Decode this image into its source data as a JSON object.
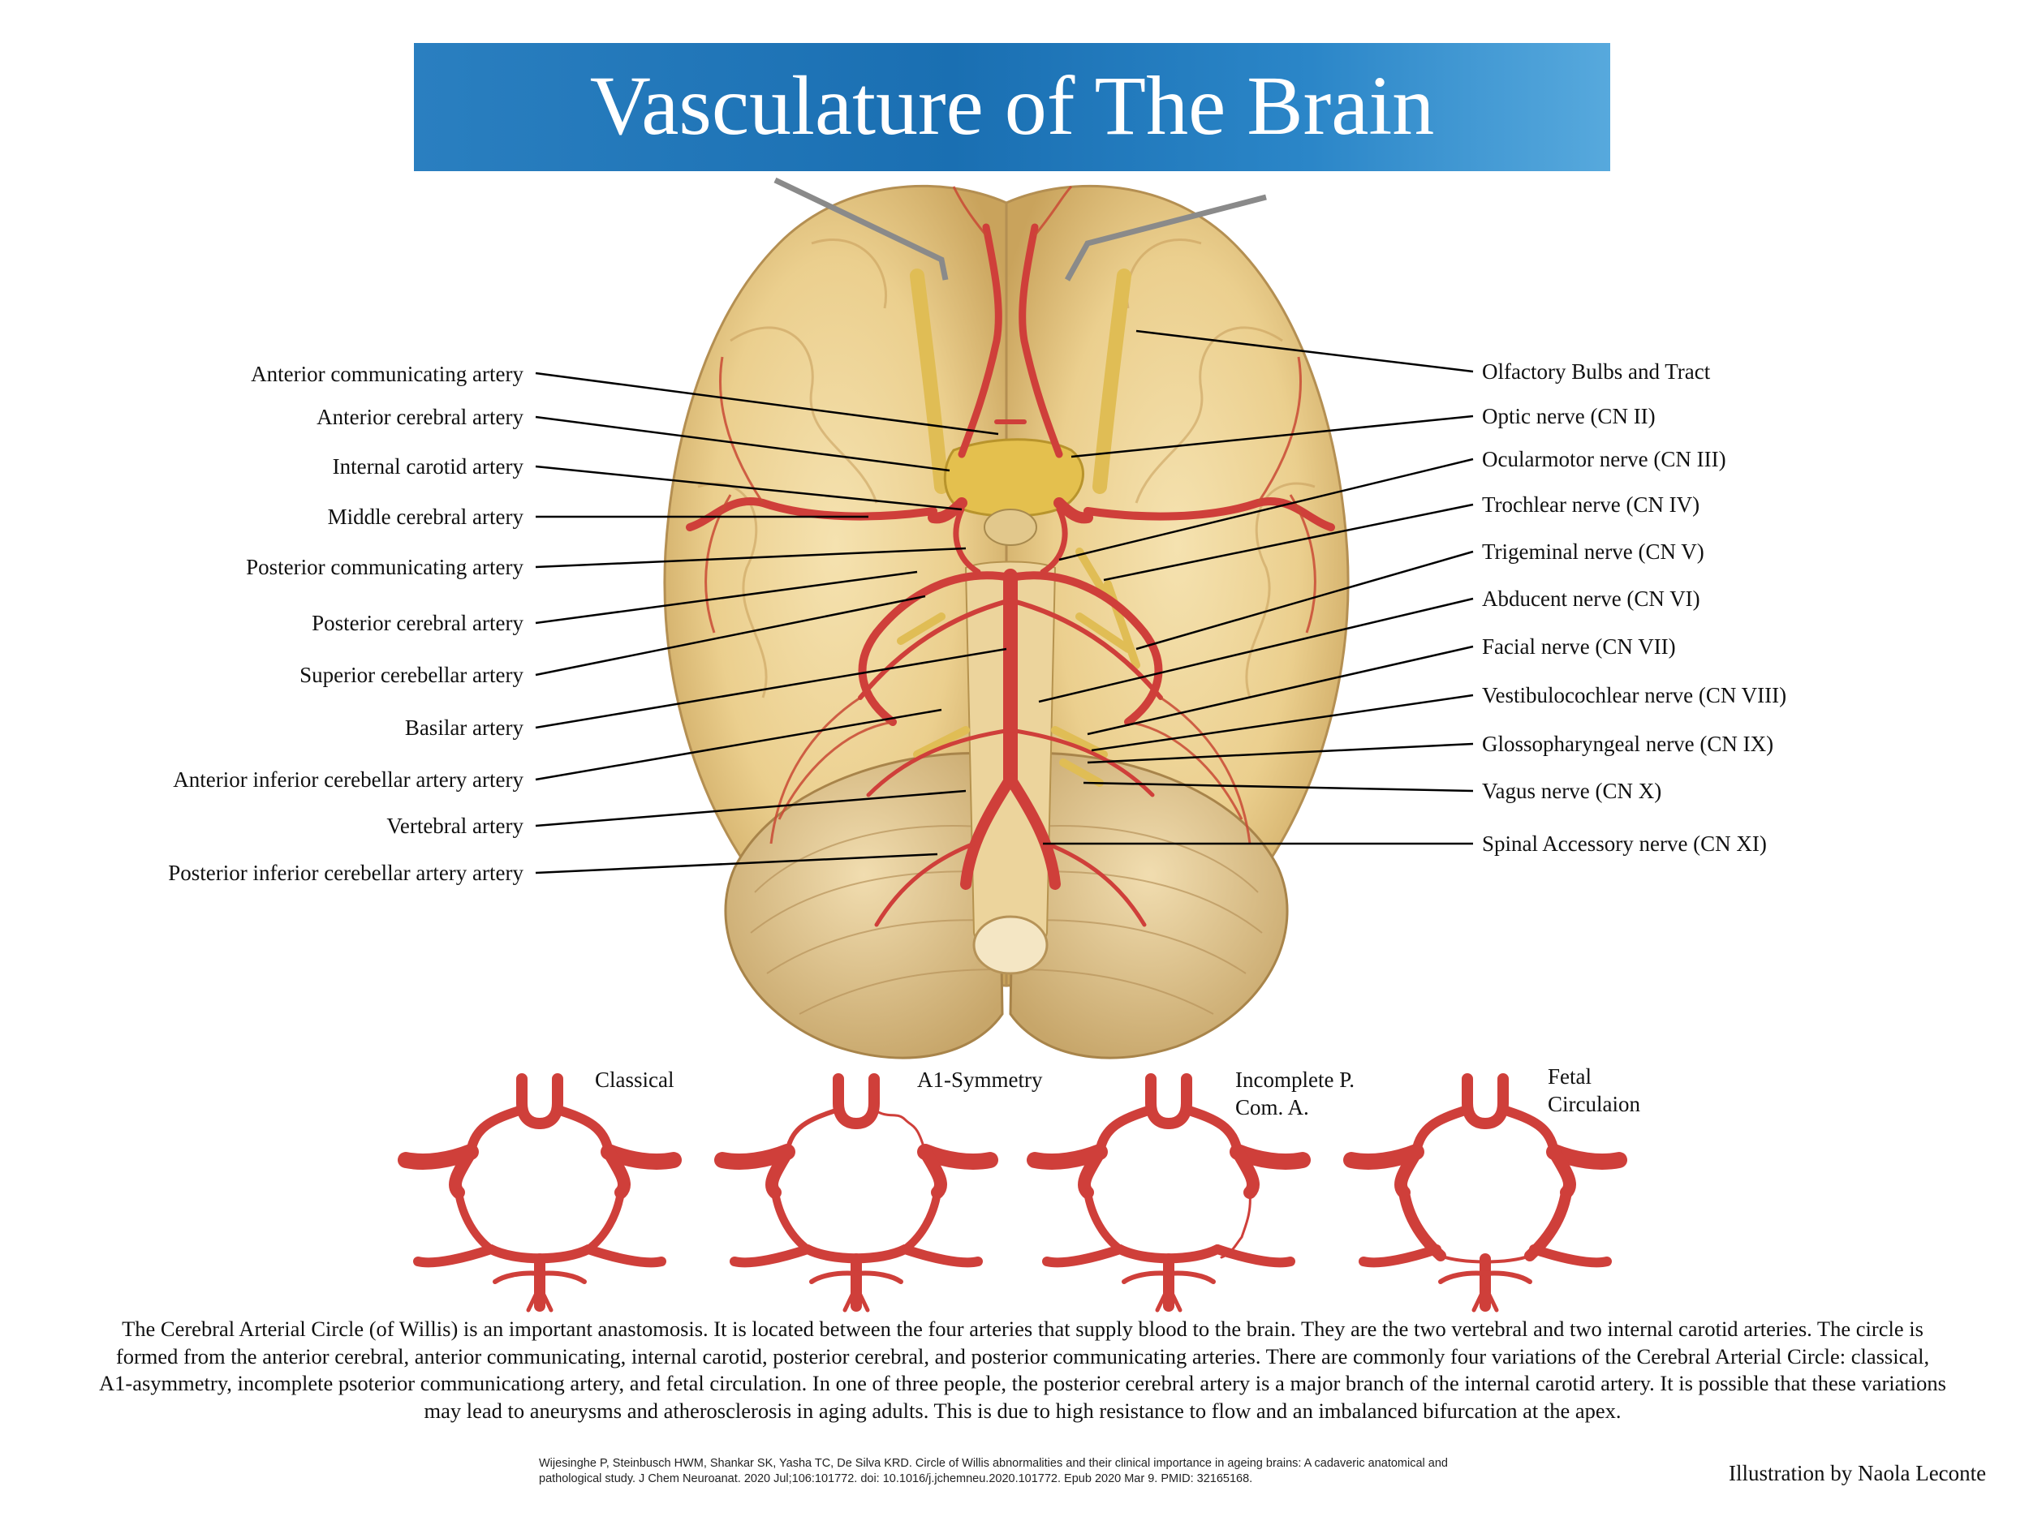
{
  "title": "Vasculature of The Brain",
  "colors": {
    "banner": "#1a6fb2",
    "artery": "#cf3f3a",
    "artery_dark": "#9b2824",
    "brain": "#ebcf8e",
    "nerve": "#e6c35c"
  },
  "left_labels": [
    "Anterior communicating artery",
    "Anterior cerebral artery",
    "Internal carotid artery",
    "Middle cerebral artery",
    "Posterior communicating artery",
    "Posterior cerebral artery",
    "Superior cerebellar artery",
    "Basilar artery",
    "Anterior inferior cerebellar artery artery",
    "Vertebral artery",
    "Posterior inferior cerebellar artery artery"
  ],
  "right_labels": [
    "Olfactory Bulbs and Tract",
    "Optic nerve (CN II)",
    "Ocularmotor nerve (CN III)",
    "Trochlear nerve (CN IV)",
    "Trigeminal nerve (CN V)",
    "Abducent nerve (CN VI)",
    "Facial nerve (CN VII)",
    "Vestibulocochlear nerve (CN VIII)",
    "Glossopharyngeal nerve (CN IX)",
    "Vagus nerve (CN X)",
    "Spinal Accessory nerve (CN XI)"
  ],
  "variations": [
    {
      "label": "Classical",
      "variant": "classical"
    },
    {
      "label": "A1-Symmetry",
      "variant": "a1"
    },
    {
      "label": "Incomplete P.\nCom. A.",
      "variant": "incomplete"
    },
    {
      "label": "Fetal\nCirculaion",
      "variant": "fetal"
    }
  ],
  "description": "The Cerebral Arterial Circle (of Willis) is an important anastomosis. It is located between the four arteries that supply blood to the brain. They are the two vertebral and two internal carotid arteries. The circle is formed from the anterior cerebral, anterior communicating, internal carotid, posterior cerebral, and posterior communicating arteries. There are commonly four variations of the Cerebral Arterial Circle: classical, A1-asymmetry, incomplete psoterior communicationg artery, and fetal circulation. In one of three people, the posterior cerebral artery is a major branch of the internal carotid artery. It is possible that these variations may lead to aneurysms and atherosclerosis in aging adults. This is due to high resistance to flow and an imbalanced bifurcation at the apex.",
  "citation": "Wijesinghe P, Steinbusch HWM, Shankar SK, Yasha TC, De Silva KRD. Circle of Willis abnormalities and their clinical importance in ageing brains: A cadaveric anatomical and pathological study. J Chem Neuroanat. 2020 Jul;106:101772. doi: 10.1016/j.jchemneu.2020.101772. Epub 2020 Mar 9. PMID: 32165168.",
  "credit": "Illustration by Naola Leconte"
}
